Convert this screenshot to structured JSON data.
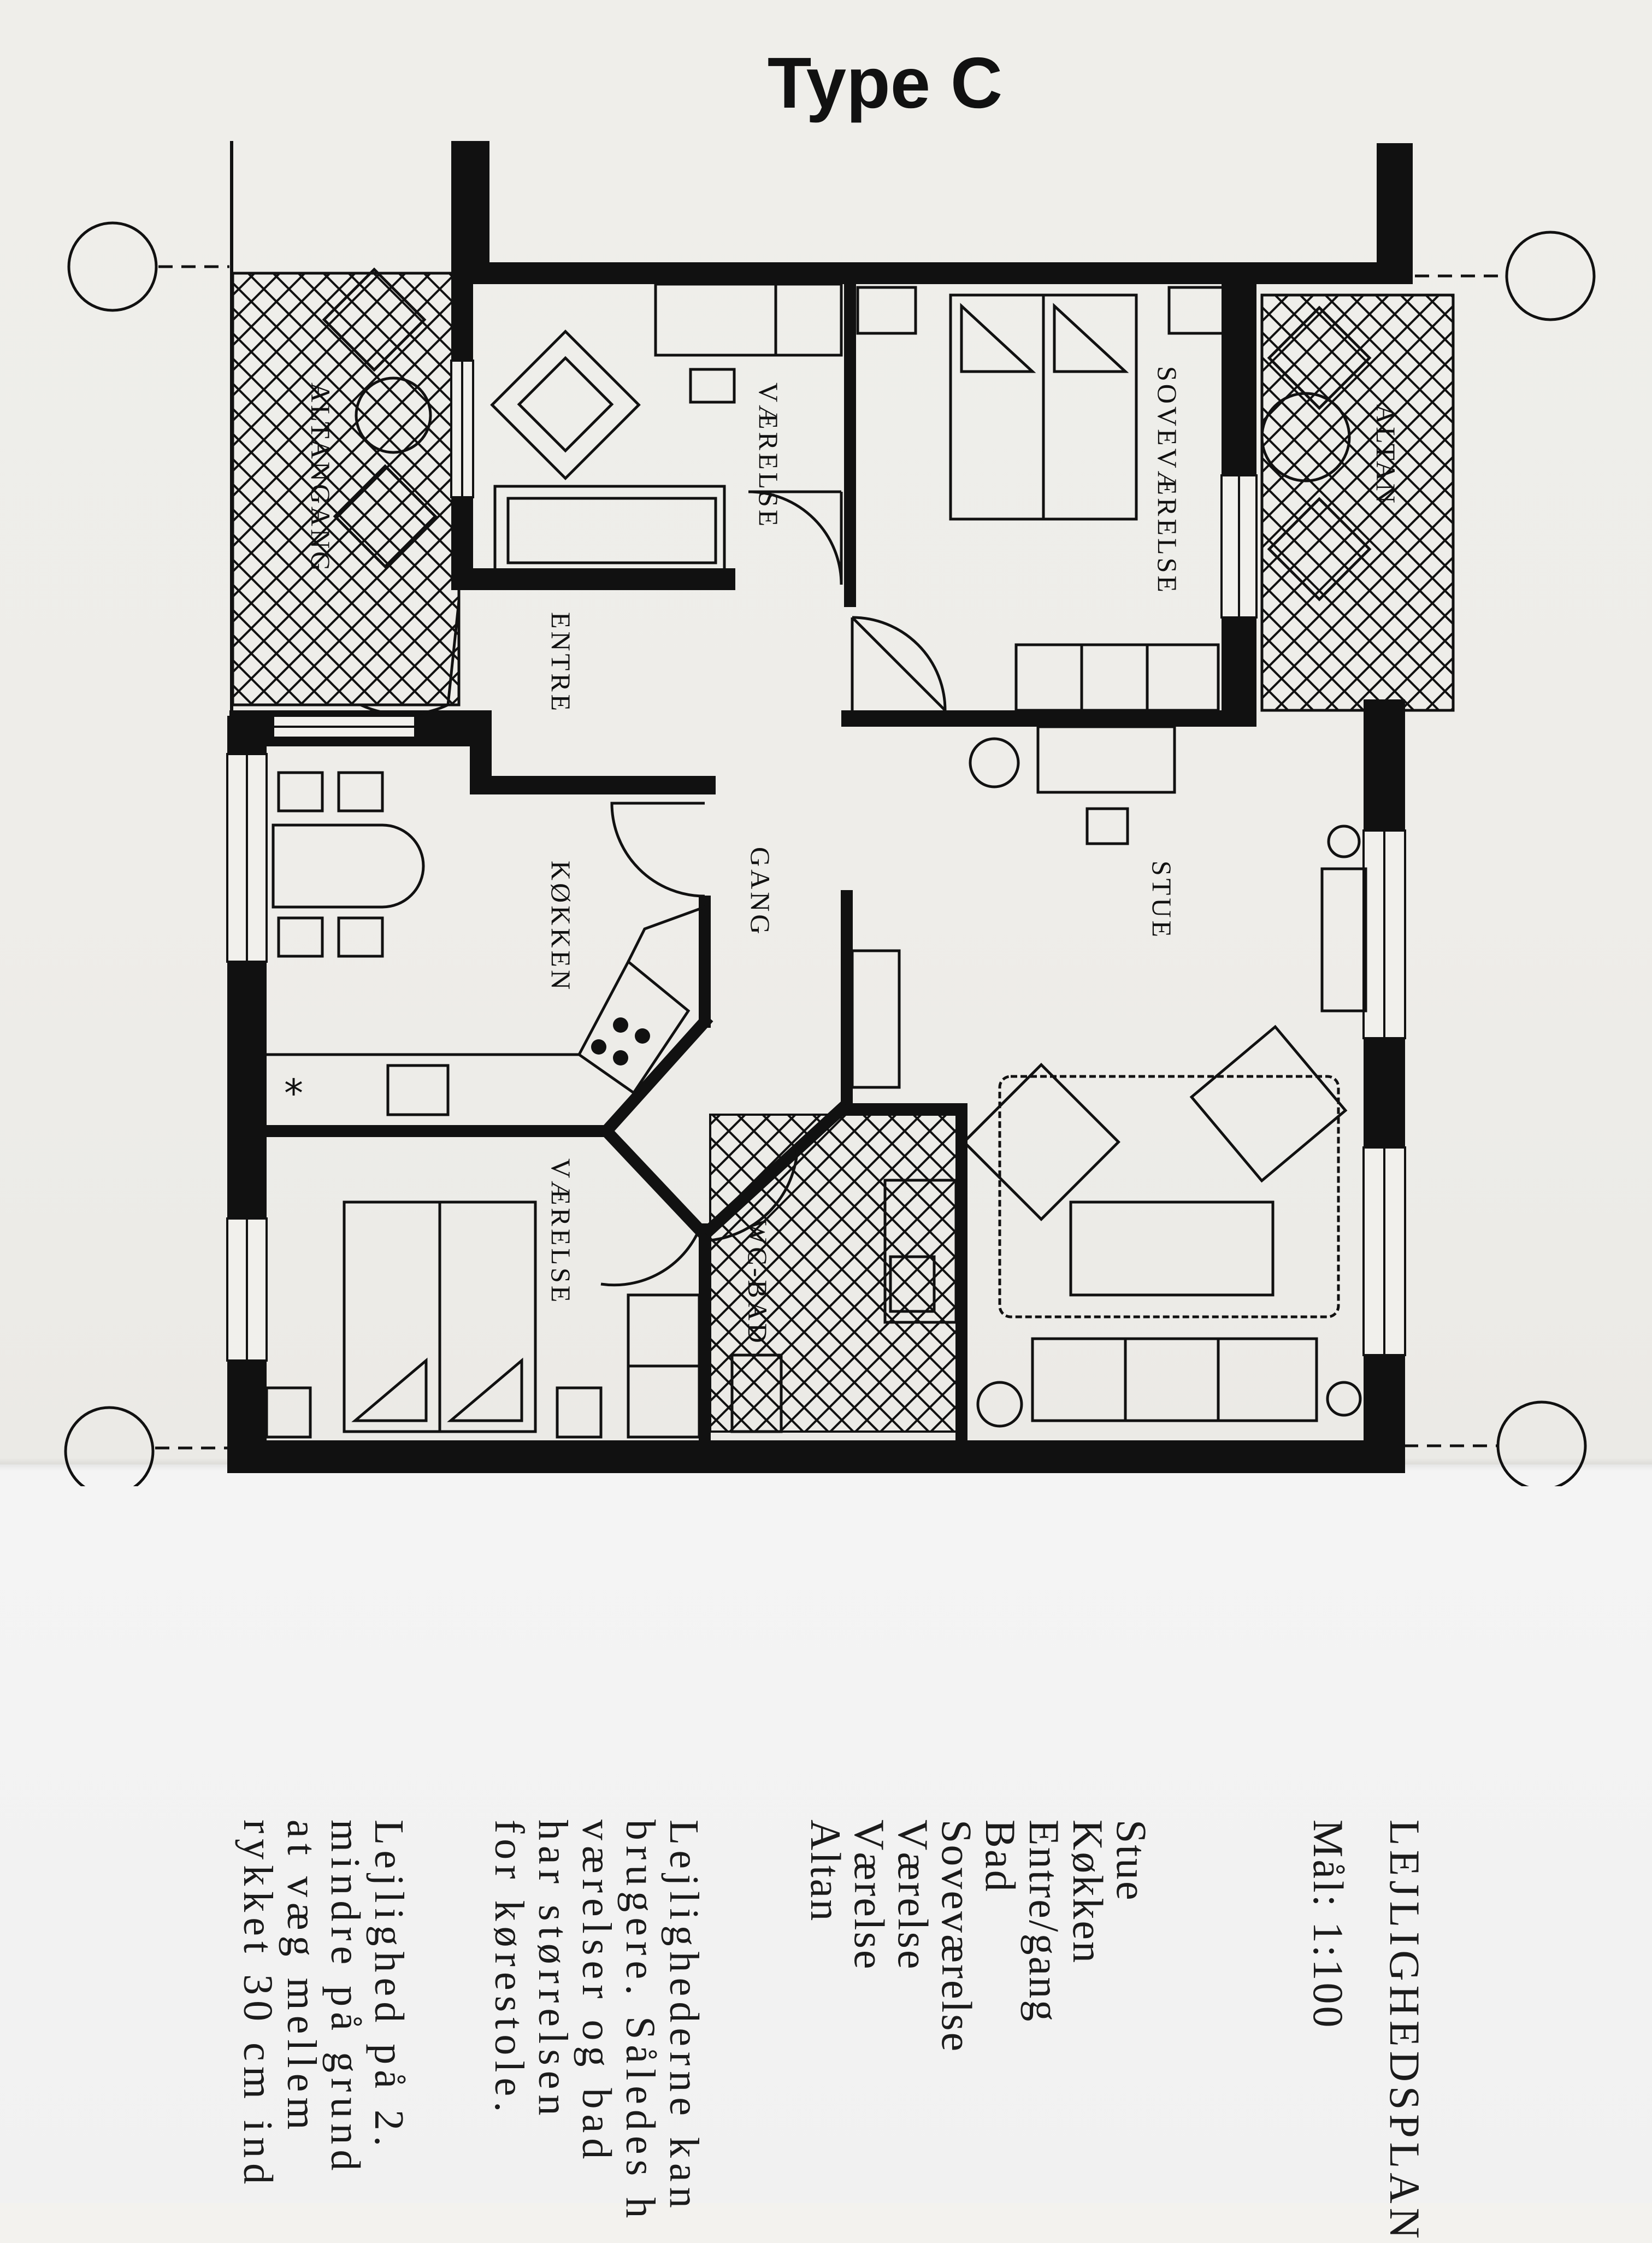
{
  "title": "Type C",
  "rooms": {
    "altangang": "ALTANGANG",
    "vaerelse_top": "VÆRELSE",
    "sovevaerelse": "SOVEVÆRELSE",
    "altan": "ALTAN",
    "entre": "ENTRE",
    "gang": "GANG",
    "stue": "STUE",
    "kokken": "KØKKEN",
    "vaerelse_bottom": "VÆRELSE",
    "wc_bad": "WC-BAD"
  },
  "document": {
    "heading": "LEJLIGHEDSPLAN",
    "scale": "Mål: 1:100",
    "room_list": [
      "Stue",
      "Køkken",
      "Entre/gang",
      "Bad",
      "Soveværelse",
      "Værelse",
      "Værelse",
      "Altan"
    ],
    "paragraph1": [
      "Lejlighederne kan",
      "brugere. Således h",
      "værelser og bad",
      "har størrelsen",
      "for kørestole."
    ],
    "paragraph2": [
      "Lejlighed på 2.",
      "mindre på grund",
      "at væg mellem",
      "rykket 30 cm ind"
    ]
  }
}
